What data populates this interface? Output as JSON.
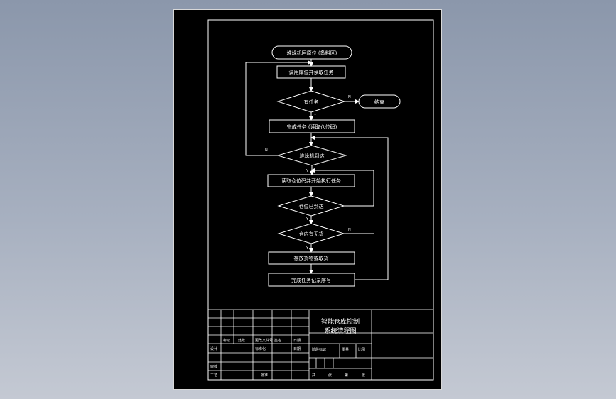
{
  "flowchart": {
    "start": "堆垛机回原位 (备料区)",
    "step_read_task": "调用库位并读取任务",
    "decision_has_task": "有任务",
    "end": "结束",
    "step_finish_task": "完成任务 (读取仓位码)",
    "decision_stacker_arrive": "堆垛机到达",
    "step_read_position": "读取仓位码并开始执行任务",
    "decision_arrived": "仓位已到达",
    "decision_has_goods": "仓内有无货",
    "step_place_goods": "存放货物或取货",
    "step_record": "完成任务记录序号",
    "label_no_1": "N",
    "label_yes_1": "Y",
    "label_no_2": "N",
    "label_yes_2": "Y",
    "label_yes_3": "Y",
    "label_no_3": "N",
    "label_yes_4": "Y"
  },
  "title_block": {
    "title_line1": "智能仓库控制",
    "title_line2": "系统流程图",
    "c_biaoji": "标记",
    "c_chushu": "处数",
    "c_fenqu": "更改文件号",
    "c_qianming": "签名",
    "c_riqi1": "日期",
    "c_sheji": "设计",
    "c_biaozhunhua": "标准化",
    "c_riqi2": "日期",
    "c_shenhe": "审核",
    "c_gongyi": "工艺",
    "c_pizhun": "批准",
    "c_jieduan": "阶段标记",
    "c_zhongliang": "重量",
    "c_bili": "比例",
    "c_gong": "共",
    "c_zhang": "张",
    "c_di": "第",
    "c_zhang2": "张"
  }
}
